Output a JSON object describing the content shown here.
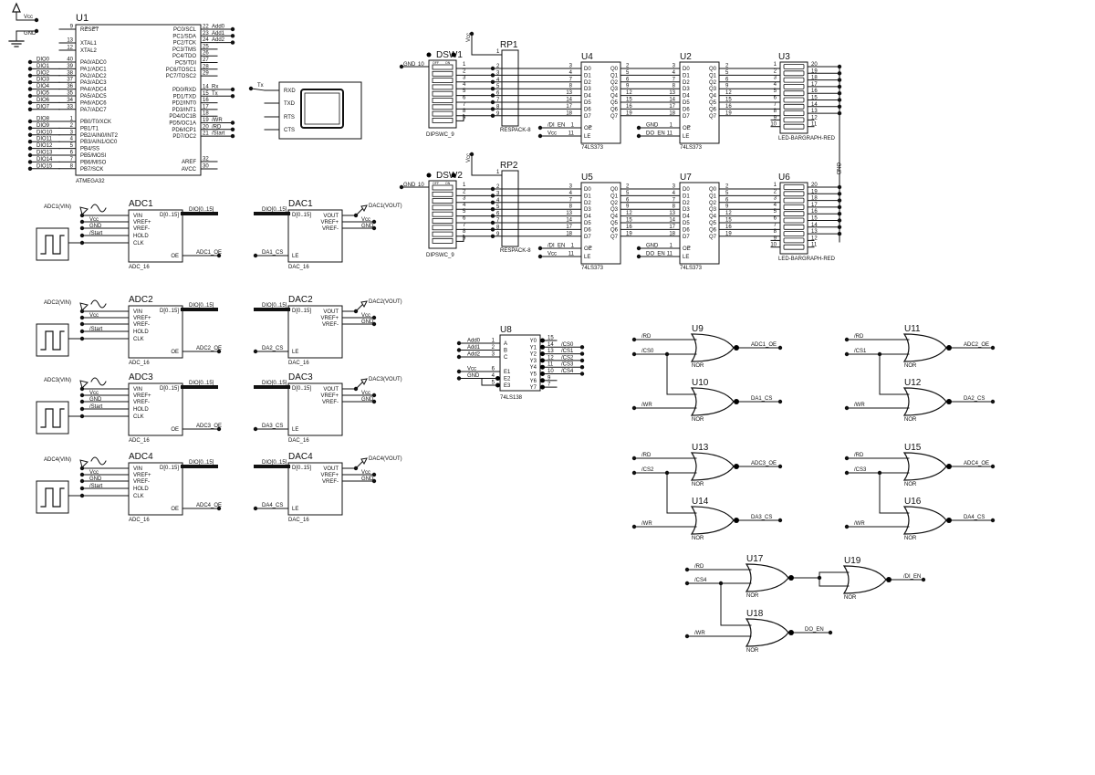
{
  "power": {
    "vcc": "Vcc",
    "gnd": "GND"
  },
  "u1": {
    "ref": "U1",
    "part": "ATMEGA32",
    "left_pins": [
      {
        "num": "9",
        "name": "RESET",
        "net": ""
      },
      {
        "num": "13",
        "name": "XTAL1",
        "net": ""
      },
      {
        "num": "12",
        "name": "XTAL2",
        "net": ""
      },
      {
        "num": "40",
        "name": "PA0/ADC0",
        "net": "DIO0"
      },
      {
        "num": "39",
        "name": "PA1/ADC1",
        "net": "DIO1"
      },
      {
        "num": "38",
        "name": "PA2/ADC2",
        "net": "DIO2"
      },
      {
        "num": "37",
        "name": "PA3/ADC3",
        "net": "DIO3"
      },
      {
        "num": "36",
        "name": "PA4/ADC4",
        "net": "DIO4"
      },
      {
        "num": "35",
        "name": "PA5/ADC5",
        "net": "DIO5"
      },
      {
        "num": "34",
        "name": "PA6/ADC6",
        "net": "DIO6"
      },
      {
        "num": "33",
        "name": "PA7/ADC7",
        "net": "DIO7"
      },
      {
        "num": "1",
        "name": "PB0/T0/XCK",
        "net": "DIO8"
      },
      {
        "num": "2",
        "name": "PB1/T1",
        "net": "DIO9"
      },
      {
        "num": "3",
        "name": "PB2/AIN0/INT2",
        "net": "DIO10"
      },
      {
        "num": "4",
        "name": "PB3/AIN1/OC0",
        "net": "DIO11"
      },
      {
        "num": "5",
        "name": "PB4/SS",
        "net": "DIO12"
      },
      {
        "num": "6",
        "name": "PB5/MOSI",
        "net": "DIO13"
      },
      {
        "num": "7",
        "name": "PB6/MISO",
        "net": "DIO14"
      },
      {
        "num": "8",
        "name": "PB7/SCK",
        "net": "DIO15"
      }
    ],
    "right_pins": [
      {
        "num": "22",
        "name": "PC0/SCL",
        "net": "Add0"
      },
      {
        "num": "23",
        "name": "PC1/SDA",
        "net": "Add1"
      },
      {
        "num": "24",
        "name": "PC2/TCK",
        "net": "Add2"
      },
      {
        "num": "25",
        "name": "PC3/TMS",
        "net": ""
      },
      {
        "num": "26",
        "name": "PC4/TDO",
        "net": ""
      },
      {
        "num": "27",
        "name": "PC5/TDI",
        "net": ""
      },
      {
        "num": "28",
        "name": "PC6/TOSC1",
        "net": ""
      },
      {
        "num": "29",
        "name": "PC7/TOSC2",
        "net": ""
      },
      {
        "num": "14",
        "name": "PD0/RXD",
        "net": "Rx"
      },
      {
        "num": "15",
        "name": "PD1/TXD",
        "net": "Tx"
      },
      {
        "num": "16",
        "name": "PD2/INT0",
        "net": ""
      },
      {
        "num": "17",
        "name": "PD3/INT1",
        "net": ""
      },
      {
        "num": "18",
        "name": "PD4/OC1B",
        "net": ""
      },
      {
        "num": "19",
        "name": "PD5/OC1A",
        "net": "/WR"
      },
      {
        "num": "20",
        "name": "PD6/ICP1",
        "net": "/RD"
      },
      {
        "num": "21",
        "name": "PD7/OC2",
        "net": "/Start"
      },
      {
        "num": "32",
        "name": "AREF",
        "net": ""
      },
      {
        "num": "30",
        "name": "AVCC",
        "net": ""
      }
    ]
  },
  "terminal": {
    "net": "Tx",
    "pins": [
      "RXD",
      "TXD",
      "RTS",
      "CTS"
    ]
  },
  "adcs": [
    {
      "ref": "ADC1",
      "part": "ADC_16",
      "source": "ADC1(VIN)",
      "pins": [
        "VIN",
        "VREF+",
        "VREF-",
        "HOLD",
        "CLK"
      ],
      "nets": [
        "Vcc",
        "GND",
        "/Start"
      ],
      "bus_pin": "D[0..15]",
      "bus_net": "DIO[0..15]",
      "oe_pin": "OE",
      "oe_net": "ADC1_OE"
    },
    {
      "ref": "ADC2",
      "part": "ADC_16",
      "source": "ADC2(VIN)",
      "pins": [
        "VIN",
        "VREF+",
        "VREF-",
        "HOLD",
        "CLK"
      ],
      "nets": [
        "Vcc",
        "",
        "/Start"
      ],
      "bus_pin": "D[0..15]",
      "bus_net": "DIO[0..15]",
      "oe_pin": "OE",
      "oe_net": "ADC2_OE"
    },
    {
      "ref": "ADC3",
      "part": "ADC_16",
      "source": "ADC3(VIN)",
      "pins": [
        "VIN",
        "VREF+",
        "VREF-",
        "HOLD",
        "CLK"
      ],
      "nets": [
        "Vcc",
        "GND",
        "/Start"
      ],
      "bus_pin": "D[0..15]",
      "bus_net": "DIO[0..15]",
      "oe_pin": "OE",
      "oe_net": "ADC3_OE"
    },
    {
      "ref": "ADC4",
      "part": "ADC_16",
      "source": "ADC4(VIN)",
      "pins": [
        "VIN",
        "VREF+",
        "VREF-",
        "HOLD",
        "CLK"
      ],
      "nets": [
        "Vcc",
        "GND",
        "/Start"
      ],
      "bus_pin": "D[0..15]",
      "bus_net": "DIO[0..15]",
      "oe_pin": "OE",
      "oe_net": "ADC4_OE"
    }
  ],
  "dacs": [
    {
      "ref": "DAC1",
      "part": "DAC_16",
      "probe": "DAC1(VOUT)",
      "pins": [
        "VOUT",
        "VREF+",
        "VREF-"
      ],
      "nets": [
        "Vcc",
        "GND"
      ],
      "bus_pin": "D[0..15]",
      "bus_net": "DIO[0..15]",
      "le_pin": "LE",
      "le_net": "DA1_CS"
    },
    {
      "ref": "DAC2",
      "part": "DAC_16",
      "probe": "DAC2(VOUT)",
      "pins": [
        "VOUT",
        "VREF+",
        "VREF-"
      ],
      "nets": [
        "Vcc",
        "GND"
      ],
      "bus_pin": "D[0..15]",
      "bus_net": "DIO[0..15]",
      "le_pin": "LE",
      "le_net": "DA2_CS"
    },
    {
      "ref": "DAC3",
      "part": "DAC_16",
      "probe": "DAC3(VOUT)",
      "pins": [
        "VOUT",
        "VREF+",
        "VREF-"
      ],
      "nets": [
        "Vcc",
        "GND"
      ],
      "bus_pin": "D[0..15]",
      "bus_net": "DIO[0..15]",
      "le_pin": "LE",
      "le_net": "DA3_CS"
    },
    {
      "ref": "DAC4",
      "part": "DAC_16",
      "probe": "DAC4(VOUT)",
      "pins": [
        "VOUT",
        "VREF+",
        "VREF-"
      ],
      "nets": [
        "Vcc",
        "GND"
      ],
      "bus_pin": "D[0..15]",
      "bus_net": "DIO[0..15]",
      "le_pin": "LE",
      "le_net": "DA4_CS"
    }
  ],
  "switch_banks": [
    {
      "dsw": "DSW1",
      "dsw_part": "DIPSWC_9",
      "gnd_net": "GND",
      "gnd_pin": "10",
      "sw_off": "OFF",
      "sw_on": "ON",
      "rp": "RP1",
      "rp_part": "RESPACK-8",
      "vcc": "Vcc",
      "latch_in": {
        "ref": "U4",
        "part": "74LS373",
        "oe_net": "/DI_EN",
        "le_net": "Vcc"
      },
      "latch_out": {
        "ref": "U2",
        "part": "74LS373",
        "oe_net": "GND",
        "le_net": "DO_EN"
      },
      "bar": {
        "ref": "U3",
        "part": "LED-BARGRAPH-RED"
      }
    },
    {
      "dsw": "DSW2",
      "dsw_part": "DIPSWC_9",
      "gnd_net": "GND",
      "gnd_pin": "10",
      "sw_off": "OFF",
      "sw_on": "ON",
      "rp": "RP2",
      "rp_part": "RESPACK-8",
      "vcc": "Vcc",
      "latch_in": {
        "ref": "U5",
        "part": "74LS373",
        "oe_net": "/DI_EN",
        "le_net": "Vcc"
      },
      "latch_out": {
        "ref": "U7",
        "part": "74LS373",
        "oe_net": "GND",
        "le_net": "DO_EN"
      },
      "bar": {
        "ref": "U6",
        "part": "LED-BARGRAPH-RED"
      }
    }
  ],
  "dsw_pins": [
    "1",
    "2",
    "3",
    "4",
    "5",
    "6",
    "7",
    "8",
    "9"
  ],
  "rp_pins": [
    "1",
    "2",
    "3",
    "4",
    "5",
    "6",
    "7",
    "8",
    "9"
  ],
  "latch_pins": {
    "d": [
      "D0",
      "D1",
      "D2",
      "D3",
      "D4",
      "D5",
      "D6",
      "D7"
    ],
    "q": [
      "Q0",
      "Q1",
      "Q2",
      "Q3",
      "Q4",
      "Q5",
      "Q6",
      "Q7"
    ],
    "d_nums": [
      "3",
      "4",
      "7",
      "8",
      "13",
      "14",
      "17",
      "18"
    ],
    "q_nums": [
      "2",
      "5",
      "6",
      "9",
      "12",
      "15",
      "16",
      "19"
    ],
    "oe": "OE",
    "le": "LE",
    "oe_num": "1",
    "le_num": "11"
  },
  "bar_pins": {
    "left": [
      "1",
      "2",
      "3",
      "4",
      "5",
      "6",
      "7",
      "8",
      "9",
      "10"
    ],
    "right": [
      "20",
      "19",
      "18",
      "17",
      "16",
      "15",
      "14",
      "13",
      "12",
      "11"
    ]
  },
  "bar_bus_label": "GND",
  "decoder": {
    "ref": "U8",
    "part": "74LS138",
    "in_pins": [
      {
        "name": "A",
        "num": "1",
        "net": "Add0"
      },
      {
        "name": "B",
        "num": "2",
        "net": "Add1"
      },
      {
        "name": "C",
        "num": "3",
        "net": "Add2"
      },
      {
        "name": "E1",
        "num": "6",
        "net": "Vcc"
      },
      {
        "name": "E2",
        "num": "4",
        "net": "GND"
      },
      {
        "name": "E3",
        "num": "5",
        "net": ""
      }
    ],
    "out_pins": [
      {
        "name": "Y0",
        "num": "15",
        "net": ""
      },
      {
        "name": "Y1",
        "num": "14",
        "net": "/CS0"
      },
      {
        "name": "Y2",
        "num": "13",
        "net": "/CS1"
      },
      {
        "name": "Y3",
        "num": "12",
        "net": "/CS2"
      },
      {
        "name": "Y4",
        "num": "11",
        "net": "/CS3"
      },
      {
        "name": "Y5",
        "num": "10",
        "net": "/CS4"
      },
      {
        "name": "Y6",
        "num": "9",
        "net": ""
      },
      {
        "name": "Y7",
        "num": "7",
        "net": ""
      }
    ]
  },
  "gate_groups": [
    {
      "top": {
        "ref": "U9",
        "type": "NOR",
        "in": [
          "/RD",
          "/CS0"
        ],
        "out": "ADC1_OE"
      },
      "bottom": {
        "ref": "U10",
        "type": "NOR",
        "in": [
          "/WR"
        ],
        "out": "DA1_CS"
      }
    },
    {
      "top": {
        "ref": "U11",
        "type": "NOR",
        "in": [
          "/RD",
          "/CS1"
        ],
        "out": "ADC2_OE"
      },
      "bottom": {
        "ref": "U12",
        "type": "NOR",
        "in": [
          "/WR"
        ],
        "out": "DA2_CS"
      }
    },
    {
      "top": {
        "ref": "U13",
        "type": "NOR",
        "in": [
          "/RD",
          "/CS2"
        ],
        "out": "ADC3_OE"
      },
      "bottom": {
        "ref": "U14",
        "type": "NOR",
        "in": [
          "/WR"
        ],
        "out": "DA3_CS"
      }
    },
    {
      "top": {
        "ref": "U15",
        "type": "NOR",
        "in": [
          "/RD",
          "/CS3"
        ],
        "out": "ADC4_OE"
      },
      "bottom": {
        "ref": "U16",
        "type": "NOR",
        "in": [
          "/WR"
        ],
        "out": "DA4_CS"
      }
    }
  ],
  "final_group": {
    "top": {
      "ref": "U17",
      "type": "NOR",
      "in": [
        "/RD",
        "/CS4"
      ]
    },
    "inverter": {
      "ref": "U19",
      "type": "NOR",
      "out": "/DI_EN"
    },
    "bottom": {
      "ref": "U18",
      "type": "NOR",
      "in": [
        "/WR"
      ],
      "out": "DO_EN"
    }
  }
}
